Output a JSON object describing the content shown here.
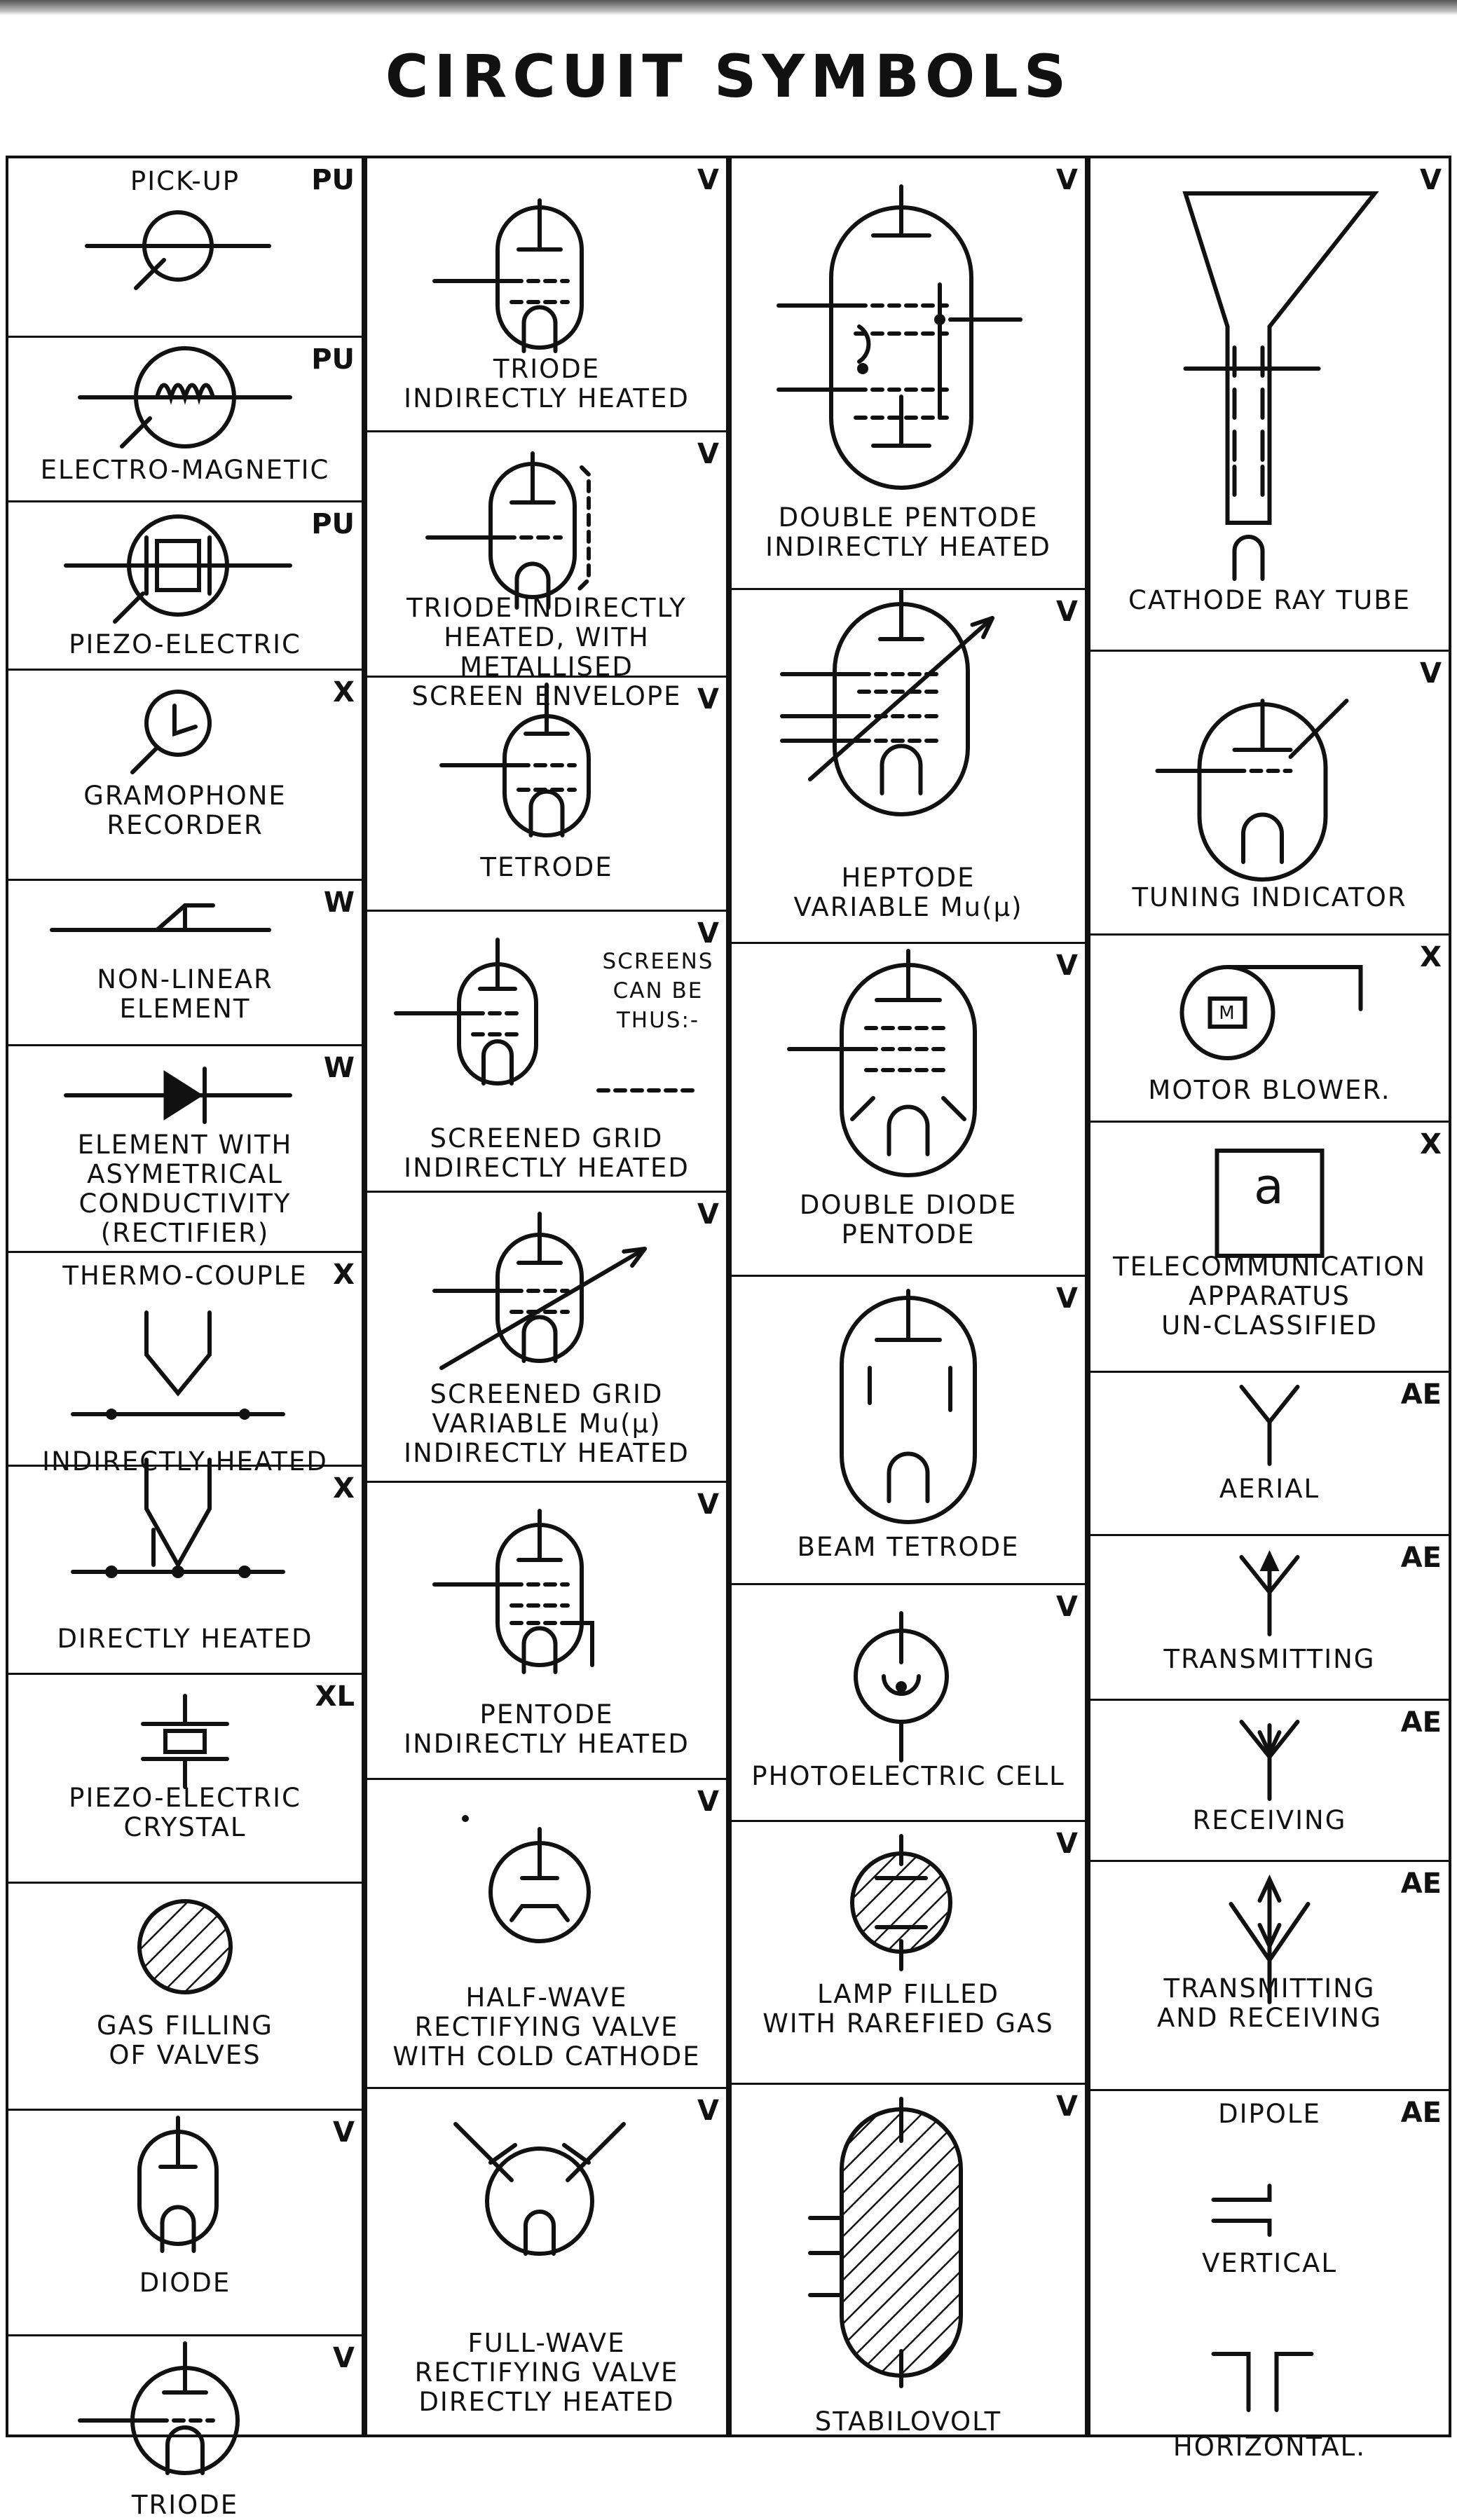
{
  "title": "CIRCUIT SYMBOLS",
  "columns": [
    {
      "id": "c1",
      "cells": [
        {
          "code": "PU",
          "label": "PICK-UP"
        },
        {
          "code": "PU",
          "label": "ELECTRO-MAGNETIC"
        },
        {
          "code": "PU",
          "label": "PIEZO-ELECTRIC"
        },
        {
          "code": "X",
          "label": "GRAMOPHONE\nRECORDER"
        },
        {
          "code": "W",
          "label": "NON-LINEAR\nELEMENT"
        },
        {
          "code": "W",
          "label": "ELEMENT WITH\nASYMETRICAL\nCONDUCTIVITY (RECTIFIER)"
        },
        {
          "code": "X",
          "label": "INDIRECTLY HEATED",
          "heading": "THERMO-COUPLE"
        },
        {
          "code": "X",
          "label": "DIRECTLY HEATED"
        },
        {
          "code": "XL",
          "label": "PIEZO-ELECTRIC\nCRYSTAL"
        },
        {
          "code": "",
          "label": "GAS FILLING\nOF VALVES"
        },
        {
          "code": "V",
          "label": "DIODE"
        },
        {
          "code": "V",
          "label": "TRIODE"
        }
      ]
    },
    {
      "id": "c2",
      "cells": [
        {
          "code": "V",
          "label": "TRIODE\nINDIRECTLY HEATED"
        },
        {
          "code": "V",
          "label": "TRIODE INDIRECTLY\nHEATED, WITH METALLISED\nSCREEN ENVELOPE"
        },
        {
          "code": "V",
          "label": "TETRODE"
        },
        {
          "code": "V",
          "label": "SCREENED GRID\nINDIRECTLY HEATED",
          "note": "SCREENS\nCAN BE\nTHUS:-"
        },
        {
          "code": "V",
          "label": "SCREENED GRID\nVARIABLE Mu(μ)\nINDIRECTLY HEATED"
        },
        {
          "code": "V",
          "label": "PENTODE\nINDIRECTLY HEATED"
        },
        {
          "code": "V",
          "label": "HALF-WAVE\nRECTIFYING VALVE\nWITH COLD CATHODE"
        },
        {
          "code": "V",
          "label": "FULL-WAVE\nRECTIFYING VALVE\nDIRECTLY HEATED"
        }
      ]
    },
    {
      "id": "c3",
      "cells": [
        {
          "code": "V",
          "label": "DOUBLE PENTODE\nINDIRECTLY HEATED"
        },
        {
          "code": "V",
          "label": "HEPTODE\nVARIABLE Mu(μ)"
        },
        {
          "code": "V",
          "label": "DOUBLE DIODE\nPENTODE"
        },
        {
          "code": "V",
          "label": "BEAM TETRODE"
        },
        {
          "code": "V",
          "label": "PHOTOELECTRIC CELL"
        },
        {
          "code": "V",
          "label": "LAMP FILLED\nWITH RAREFIED GAS"
        },
        {
          "code": "V",
          "label": "STABILOVOLT"
        }
      ]
    },
    {
      "id": "c4",
      "cells": [
        {
          "code": "V",
          "label": "CATHODE RAY TUBE"
        },
        {
          "code": "V",
          "label": "TUNING INDICATOR"
        },
        {
          "code": "X",
          "label": "MOTOR BLOWER."
        },
        {
          "code": "X",
          "label": "TELECOMMUNICATION\nAPPARATUS\nUN-CLASSIFIED",
          "box_letter": "a"
        },
        {
          "code": "AE",
          "label": "AERIAL"
        },
        {
          "code": "AE",
          "label": "TRANSMITTING"
        },
        {
          "code": "AE",
          "label": "RECEIVING"
        },
        {
          "code": "AE",
          "label": "TRANSMITTING\nAND RECEIVING"
        },
        {
          "code": "AE",
          "label": "VERTICAL",
          "heading": "DIPOLE",
          "label2": "HORIZONTAL."
        }
      ]
    }
  ],
  "motor_letter": "M"
}
